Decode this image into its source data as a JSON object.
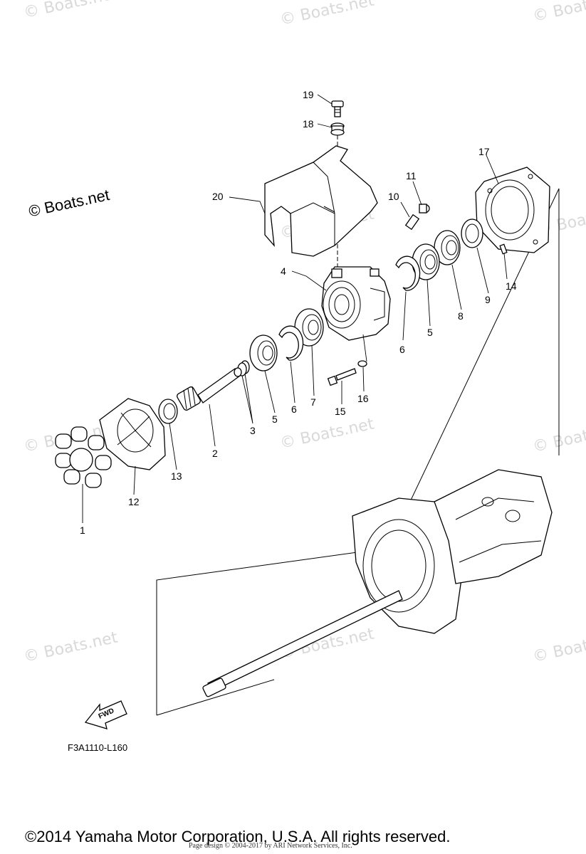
{
  "brand_watermark": "© Boats.net",
  "watermark_repeat": "© Boats.net",
  "callouts": {
    "c1": "1",
    "c2": "2",
    "c3": "3",
    "c4": "4",
    "c5a": "5",
    "c5b": "5",
    "c6a": "6",
    "c6b": "6",
    "c7": "7",
    "c8": "8",
    "c9": "9",
    "c10": "10",
    "c11": "11",
    "c12": "12",
    "c13": "13",
    "c14": "14",
    "c15": "15",
    "c16": "16",
    "c17": "17",
    "c18": "18",
    "c19": "19",
    "c20": "20"
  },
  "fwd_label": "FWD",
  "diagram_code": "F3A1110-L160",
  "copyright": "©2014 Yamaha Motor Corporation, U.S.A. All rights reserved.",
  "page_design": "Page design © 2004-2017 by ARI Network Services, Inc.",
  "icons": {
    "fwd_arrow": "arrow-fwd-icon"
  }
}
